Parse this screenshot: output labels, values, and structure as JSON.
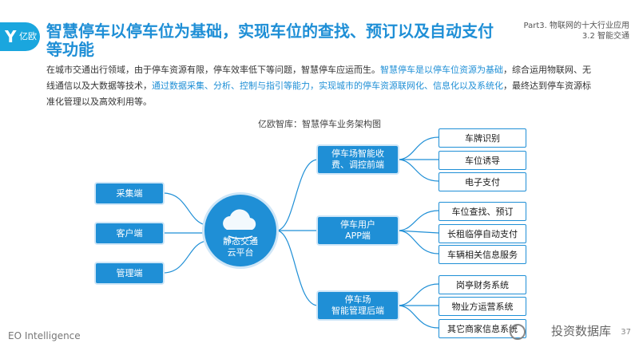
{
  "header": {
    "logo_text": "亿欧",
    "title": "智慧停车以停车位为基础，实现车位的查找、预订以及自动支付等功能",
    "part_line1": "Part3. 物联网的十大行业应用",
    "part_line2": "3.2 智能交通"
  },
  "intro": {
    "seg1": "在城市交通出行领域，由于停车资源有限，停车效率低下等问题，智慧停车应运而生。",
    "seg2": "智慧停车是以停车位资源为基础",
    "seg3": "，综合运用物联网、无线通信以及大数据等技术，",
    "seg4": "通过数据采集、分析、控制与指引等能力，实现城市的停车资源联网化、信息化以及系统化",
    "seg5": "，最终达到停车资源标准化管理以及高效利用等。"
  },
  "diagram": {
    "caption": "亿欧智库：智慧停车业务架构图",
    "left_nodes": [
      "采集端",
      "客户端",
      "管理端"
    ],
    "center_line1": "静态交通",
    "center_line2": "云平台",
    "mid_nodes": [
      {
        "line1": "停车场智能收",
        "line2": "费、调控前端"
      },
      {
        "line1": "停车用户",
        "line2": "APP端"
      },
      {
        "line1": "停车场",
        "line2": "智能管理后端"
      }
    ],
    "leaves": [
      [
        "车牌识别",
        "车位诱导",
        "电子支付"
      ],
      [
        "车位查找、预订",
        "长租临停自动支付",
        "车辆相关信息服务"
      ],
      [
        "岗亭财务系统",
        "物业方运营系统",
        "其它商家信息系统"
      ]
    ]
  },
  "footer": {
    "brand": "EO Intelligence",
    "watermark": "投资数据库",
    "page": "37"
  },
  "colors": {
    "accent": "#1f8fd6",
    "logo_bg": "#1aa6de"
  }
}
